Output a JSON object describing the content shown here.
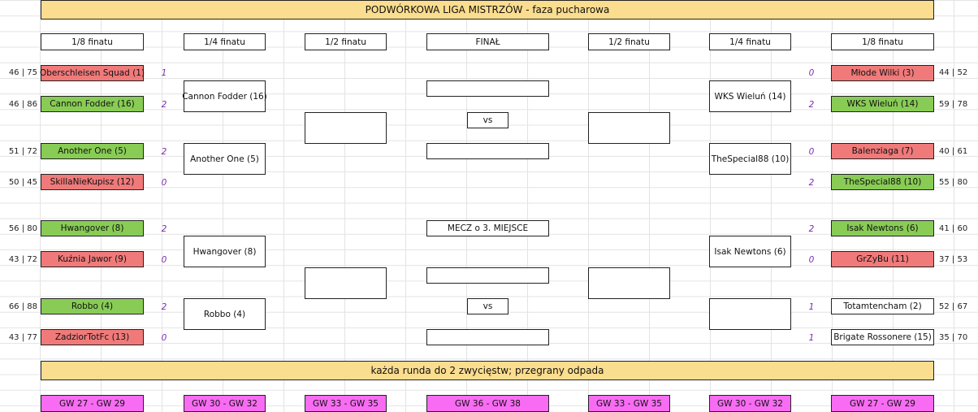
{
  "title": "PODWÓRKOWA LIGA MISTRZÓW - faza pucharowa",
  "footer_note": "każda runda do 2 zwycięstw; przegrany odpada",
  "colors": {
    "banner": "#fbdd8f",
    "winner": "#88cc55",
    "loser": "#f07a7a",
    "gameweeks": "#f86cf3",
    "score": "#7a2ab0"
  },
  "headers": [
    "1/8 finatu",
    "1/4 finatu",
    "1/2 finatu",
    "FINAŁ",
    "1/2 finatu",
    "1/4 finatu",
    "1/8 finatu"
  ],
  "gameweeks": [
    "GW 27 - GW 29",
    "GW 30 - GW 32",
    "GW 33 - GW 35",
    "GW 36 - GW 38",
    "GW 33 - GW 35",
    "GW 30 - GW 32",
    "GW 27 - GW 29"
  ],
  "left_r16": [
    {
      "team": "Oberschleisen Squad (1)",
      "points": "46 | 75",
      "score": "1",
      "result": "loser"
    },
    {
      "team": "Cannon Fodder (16)",
      "points": "46 | 86",
      "score": "2",
      "result": "winner"
    },
    {
      "team": "Another One (5)",
      "points": "51 | 72",
      "score": "2",
      "result": "winner"
    },
    {
      "team": "SkillaNieKupisz (12)",
      "points": "50 | 45",
      "score": "0",
      "result": "loser"
    },
    {
      "team": "Hwangover (8)",
      "points": "56 | 80",
      "score": "2",
      "result": "winner"
    },
    {
      "team": "Kuźnia Jawor (9)",
      "points": "43 | 72",
      "score": "0",
      "result": "loser"
    },
    {
      "team": "Robbo (4)",
      "points": "66 | 88",
      "score": "2",
      "result": "winner"
    },
    {
      "team": "ZadziorTotFc (13)",
      "points": "43 | 77",
      "score": "0",
      "result": "loser"
    }
  ],
  "right_r16": [
    {
      "team": "Młode Wilki (3)",
      "points": "44 | 52",
      "score": "0",
      "result": "loser"
    },
    {
      "team": "WKS Wieluń (14)",
      "points": "59 | 78",
      "score": "2",
      "result": "winner"
    },
    {
      "team": "Balenziaga (7)",
      "points": "40 | 61",
      "score": "0",
      "result": "loser"
    },
    {
      "team": "TheSpecial88 (10)",
      "points": "55 | 80",
      "score": "2",
      "result": "winner"
    },
    {
      "team": "Isak Newtons (6)",
      "points": "41 | 60",
      "score": "2",
      "result": "winner"
    },
    {
      "team": "GrZyBu (11)",
      "points": "37 | 53",
      "score": "0",
      "result": "loser"
    },
    {
      "team": "Totamtencham (2)",
      "points": "52 | 67",
      "score": "1",
      "result": ""
    },
    {
      "team": "Brigate Rossonere (15)",
      "points": "35 | 70",
      "score": "1",
      "result": ""
    }
  ],
  "left_qf": [
    "Cannon Fodder (16)",
    "Another One (5)",
    "Hwangover (8)",
    "Robbo (4)"
  ],
  "right_qf": [
    "WKS Wieluń (14)",
    "TheSpecial88 (10)",
    "Isak Newtons (6)",
    ""
  ],
  "left_sf": [
    "",
    ""
  ],
  "right_sf": [
    "",
    ""
  ],
  "final": {
    "team_a": "",
    "vs": "vs",
    "team_b": ""
  },
  "third_place": {
    "label": "MECZ o 3. MIEJSCE",
    "team_a": "",
    "vs": "vs",
    "team_b": ""
  }
}
